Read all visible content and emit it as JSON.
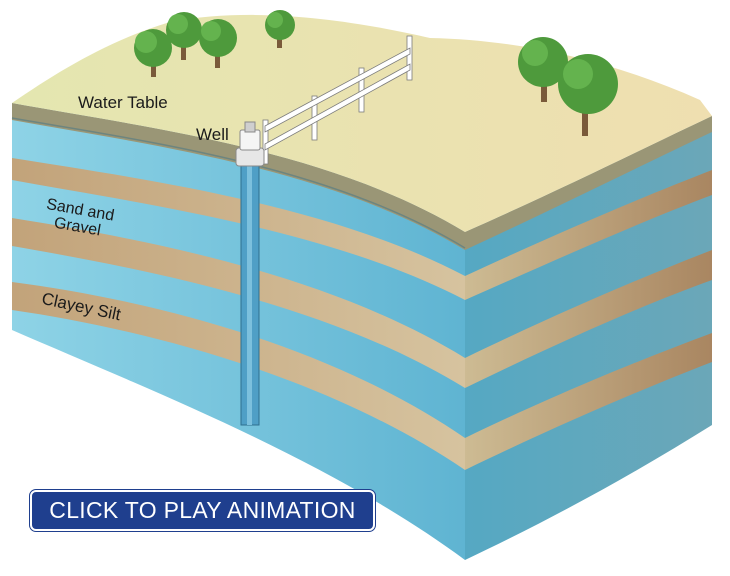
{
  "labels": {
    "water_table": "Water Table",
    "well": "Well",
    "sand_gravel_line1": "Sand and",
    "sand_gravel_line2": "Gravel",
    "clayey_silt": "Clayey Silt"
  },
  "button": {
    "play_label": "CLICK TO PLAY ANIMATION"
  },
  "colors": {
    "ground_top": "#ecebb4",
    "aquifer_front": "#6fc3dd",
    "aquifer_side": "#4f9fb8",
    "sand_band": "#c7aa7f",
    "soil_edge": "#8e8a6c",
    "tree_green": "#4e9a3c",
    "button_bg": "#1f3f8e"
  }
}
